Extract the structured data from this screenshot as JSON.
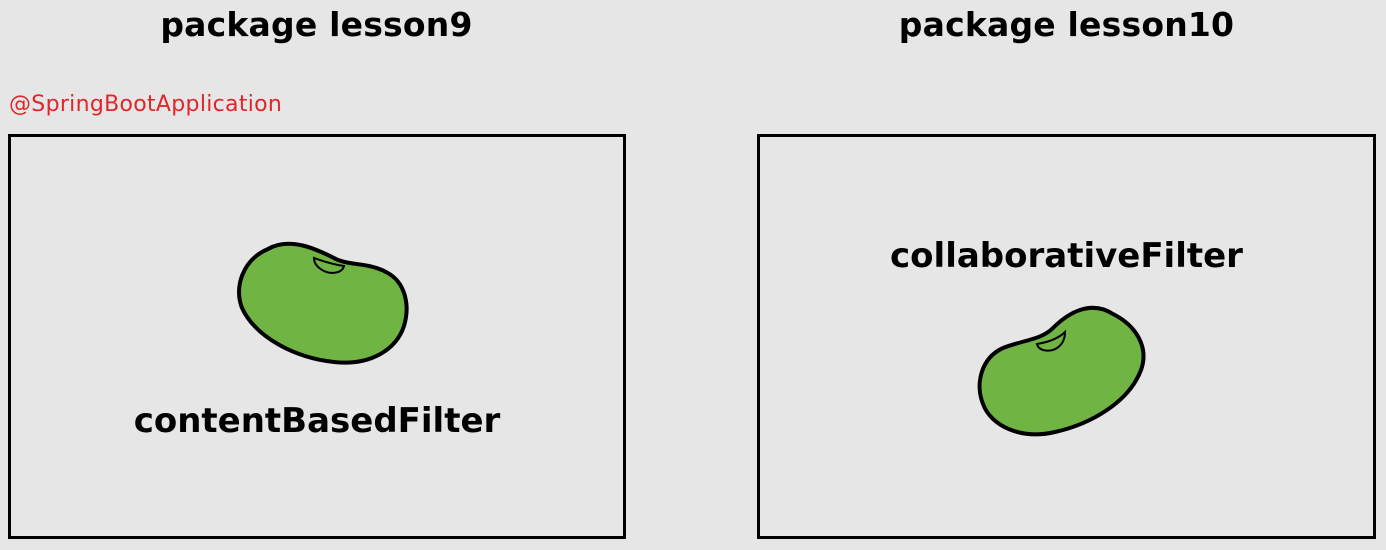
{
  "packages": [
    {
      "title": "package lesson9",
      "annotation": "@SpringBootApplication",
      "bean_name": "contentBasedFilter"
    },
    {
      "title": "package lesson10",
      "bean_name": "collaborativeFilter"
    }
  ],
  "colors": {
    "background": "#e6e6e6",
    "annotation": "#e0262b",
    "bean_fill": "#70b444",
    "outline": "#000000"
  },
  "icons": {
    "bean": "bean-icon"
  }
}
